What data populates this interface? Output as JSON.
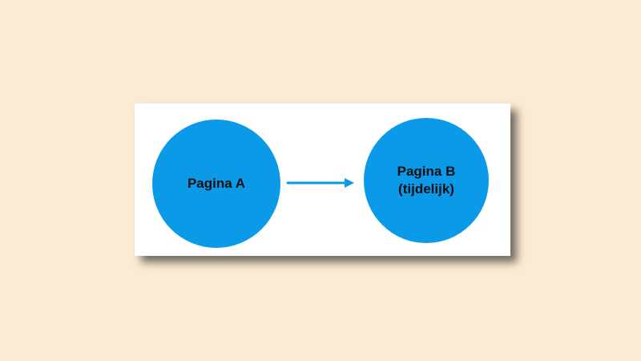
{
  "diagram": {
    "nodes": [
      {
        "id": "a",
        "label": "Pagina A"
      },
      {
        "id": "b",
        "label": "Pagina B\n(tijdelijk)"
      }
    ],
    "edges": [
      {
        "from": "a",
        "to": "b"
      }
    ],
    "colors": {
      "background": "#fcebd3",
      "card": "#ffffff",
      "node_fill": "#0a9ae8",
      "arrow": "#0a9ae8",
      "label_text": "#111111"
    }
  }
}
